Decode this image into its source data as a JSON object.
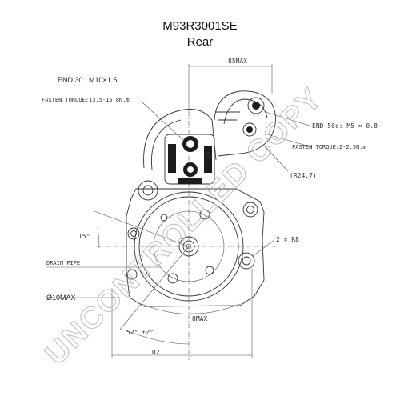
{
  "title": {
    "part_number": "M93R3001SE",
    "view": "Rear"
  },
  "labels": {
    "dim_85max": "85MAX",
    "end30": "END 30 : M10×1.5",
    "fasten_torque_main": "FASTEN TORQUE:13.5-15.8N.m",
    "end50": "END 50c: M5 × 0.8",
    "fasten_torque_50": "FASTEN TORQUE:2-2.5N.m",
    "radius": "(R24.7)",
    "angle_15": "15°",
    "holes": "2 × R8",
    "drain_pipe": "DRAIN PIPE",
    "diameter": "Ø10MAX",
    "dim_8max": "8MAX",
    "angle_52": "52°  ±2°",
    "dim_102": "102"
  },
  "watermark": "UNCONTROLLED COPY"
}
